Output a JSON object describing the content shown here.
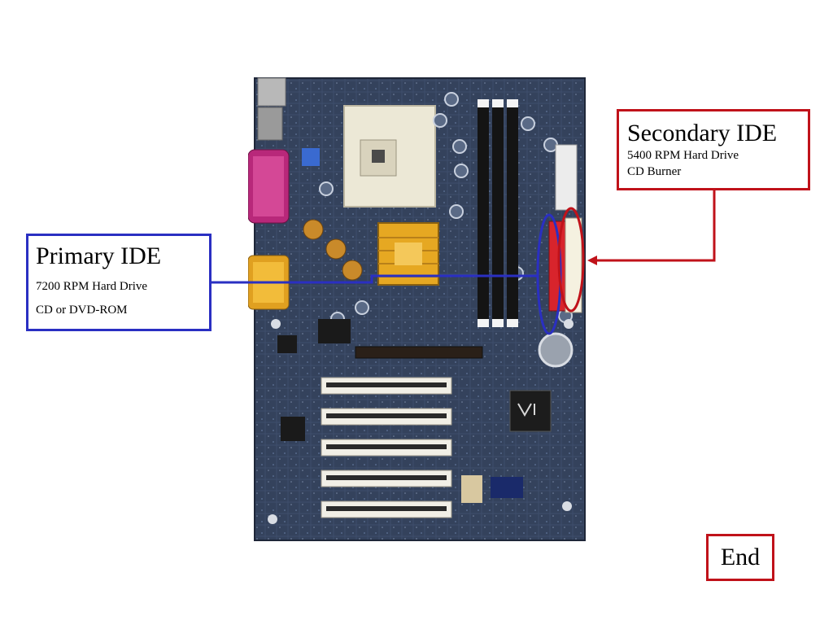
{
  "primary": {
    "title": "Primary IDE",
    "lines": [
      "7200 RPM Hard Drive",
      "CD or DVD-ROM"
    ]
  },
  "secondary": {
    "title": "Secondary IDE",
    "lines": [
      "5400 RPM Hard Drive",
      "CD Burner"
    ]
  },
  "end_button": {
    "label": "End"
  },
  "colors": {
    "primary_accent": "#2a2fc2",
    "secondary_accent": "#c0121a",
    "board_pcb": "#2d3a52"
  },
  "images": {
    "board": "motherboard-photo"
  }
}
